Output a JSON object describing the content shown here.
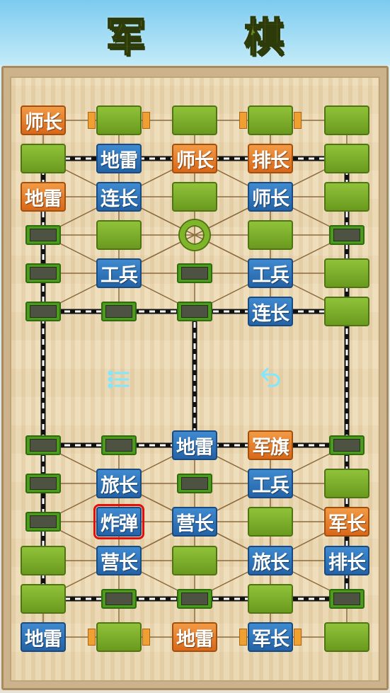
{
  "header": {
    "title": "军 棋"
  },
  "controls": {
    "menu_icon": "list-menu-icon",
    "undo_icon": "undo-icon"
  },
  "colors": {
    "orange": "#e07a24",
    "blue": "#2f75bb",
    "green": "#7aac29",
    "selected": "#e01010"
  },
  "pieces": [
    {
      "row": 0,
      "col": 0,
      "label": "师长",
      "side": "orange"
    },
    {
      "row": 0,
      "col": 1,
      "label": "",
      "side": "green"
    },
    {
      "row": 0,
      "col": 2,
      "label": "",
      "side": "green"
    },
    {
      "row": 0,
      "col": 3,
      "label": "",
      "side": "green"
    },
    {
      "row": 0,
      "col": 4,
      "label": "",
      "side": "green"
    },
    {
      "row": 1,
      "col": 0,
      "label": "",
      "side": "green"
    },
    {
      "row": 1,
      "col": 1,
      "label": "地雷",
      "side": "blue"
    },
    {
      "row": 1,
      "col": 2,
      "label": "师长",
      "side": "orange"
    },
    {
      "row": 1,
      "col": 3,
      "label": "排长",
      "side": "orange"
    },
    {
      "row": 1,
      "col": 4,
      "label": "",
      "side": "green"
    },
    {
      "row": 2,
      "col": 0,
      "label": "地雷",
      "side": "orange"
    },
    {
      "row": 2,
      "col": 1,
      "label": "连长",
      "side": "blue"
    },
    {
      "row": 2,
      "col": 2,
      "label": "",
      "side": "green"
    },
    {
      "row": 2,
      "col": 3,
      "label": "师长",
      "side": "blue"
    },
    {
      "row": 2,
      "col": 4,
      "label": "",
      "side": "green"
    },
    {
      "row": 3,
      "col": 1,
      "label": "",
      "side": "green"
    },
    {
      "row": 3,
      "col": 3,
      "label": "",
      "side": "green"
    },
    {
      "row": 4,
      "col": 1,
      "label": "工兵",
      "side": "blue"
    },
    {
      "row": 4,
      "col": 3,
      "label": "工兵",
      "side": "blue"
    },
    {
      "row": 4,
      "col": 4,
      "label": "",
      "side": "green"
    },
    {
      "row": 5,
      "col": 3,
      "label": "连长",
      "side": "blue"
    },
    {
      "row": 5,
      "col": 4,
      "label": "",
      "side": "green"
    },
    {
      "row": 6,
      "col": 2,
      "label": "地雷",
      "side": "blue"
    },
    {
      "row": 6,
      "col": 3,
      "label": "军旗",
      "side": "orange"
    },
    {
      "row": 7,
      "col": 1,
      "label": "旅长",
      "side": "blue"
    },
    {
      "row": 7,
      "col": 3,
      "label": "工兵",
      "side": "blue"
    },
    {
      "row": 7,
      "col": 4,
      "label": "",
      "side": "green"
    },
    {
      "row": 8,
      "col": 1,
      "label": "炸弹",
      "side": "blue",
      "selected": true
    },
    {
      "row": 8,
      "col": 2,
      "label": "营长",
      "side": "blue"
    },
    {
      "row": 8,
      "col": 3,
      "label": "",
      "side": "green"
    },
    {
      "row": 8,
      "col": 4,
      "label": "军长",
      "side": "orange"
    },
    {
      "row": 9,
      "col": 0,
      "label": "",
      "side": "green"
    },
    {
      "row": 9,
      "col": 1,
      "label": "营长",
      "side": "blue"
    },
    {
      "row": 9,
      "col": 2,
      "label": "",
      "side": "green"
    },
    {
      "row": 9,
      "col": 3,
      "label": "旅长",
      "side": "blue"
    },
    {
      "row": 9,
      "col": 4,
      "label": "排长",
      "side": "blue"
    },
    {
      "row": 10,
      "col": 0,
      "label": "",
      "side": "green"
    },
    {
      "row": 10,
      "col": 3,
      "label": "",
      "side": "green"
    },
    {
      "row": 11,
      "col": 0,
      "label": "地雷",
      "side": "blue"
    },
    {
      "row": 11,
      "col": 1,
      "label": "",
      "side": "green"
    },
    {
      "row": 11,
      "col": 2,
      "label": "地雷",
      "side": "orange"
    },
    {
      "row": 11,
      "col": 3,
      "label": "军长",
      "side": "blue"
    },
    {
      "row": 11,
      "col": 4,
      "label": "",
      "side": "green"
    }
  ],
  "stations": [
    {
      "row": 3,
      "col": 0
    },
    {
      "row": 3,
      "col": 4
    },
    {
      "row": 4,
      "col": 0
    },
    {
      "row": 4,
      "col": 2
    },
    {
      "row": 5,
      "col": 0
    },
    {
      "row": 5,
      "col": 1
    },
    {
      "row": 5,
      "col": 2
    },
    {
      "row": 6,
      "col": 0
    },
    {
      "row": 6,
      "col": 1
    },
    {
      "row": 6,
      "col": 4
    },
    {
      "row": 7,
      "col": 0
    },
    {
      "row": 7,
      "col": 2
    },
    {
      "row": 8,
      "col": 0
    },
    {
      "row": 10,
      "col": 1
    },
    {
      "row": 10,
      "col": 2
    },
    {
      "row": 10,
      "col": 4
    }
  ],
  "camps": [
    {
      "row": 3,
      "col": 2
    }
  ],
  "hq_markers": [
    {
      "row": 0,
      "col": 1,
      "side": "left"
    },
    {
      "row": 0,
      "col": 1,
      "side": "right"
    },
    {
      "row": 0,
      "col": 3,
      "side": "left"
    },
    {
      "row": 0,
      "col": 3,
      "side": "right"
    },
    {
      "row": 11,
      "col": 1,
      "side": "left"
    },
    {
      "row": 11,
      "col": 1,
      "side": "right"
    },
    {
      "row": 11,
      "col": 3,
      "side": "left"
    },
    {
      "row": 11,
      "col": 3,
      "side": "right"
    }
  ]
}
